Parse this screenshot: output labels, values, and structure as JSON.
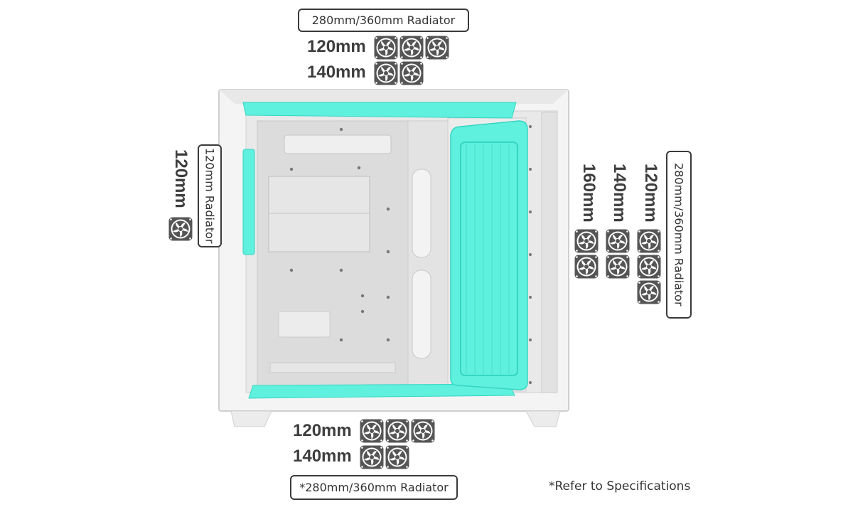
{
  "top": {
    "radiator_label": "280mm/360mm Radiator",
    "row1_size": "120mm",
    "row2_size": "140mm"
  },
  "left": {
    "radiator_label": "120mm Radiator",
    "size": "120mm"
  },
  "right": {
    "radiator_label": "280mm/360mm Radiator",
    "col1_size": "160mm",
    "col2_size": "140mm",
    "col3_size": "120mm"
  },
  "bottom": {
    "row1_size": "120mm",
    "row2_size": "140mm",
    "radiator_label": "*280mm/360mm Radiator"
  },
  "note": "*Refer to Specifications",
  "colors": {
    "accent": "#5ff0de",
    "accent_dark": "#35d6c3",
    "fan": "#555555",
    "case": "#f2f2f2"
  }
}
